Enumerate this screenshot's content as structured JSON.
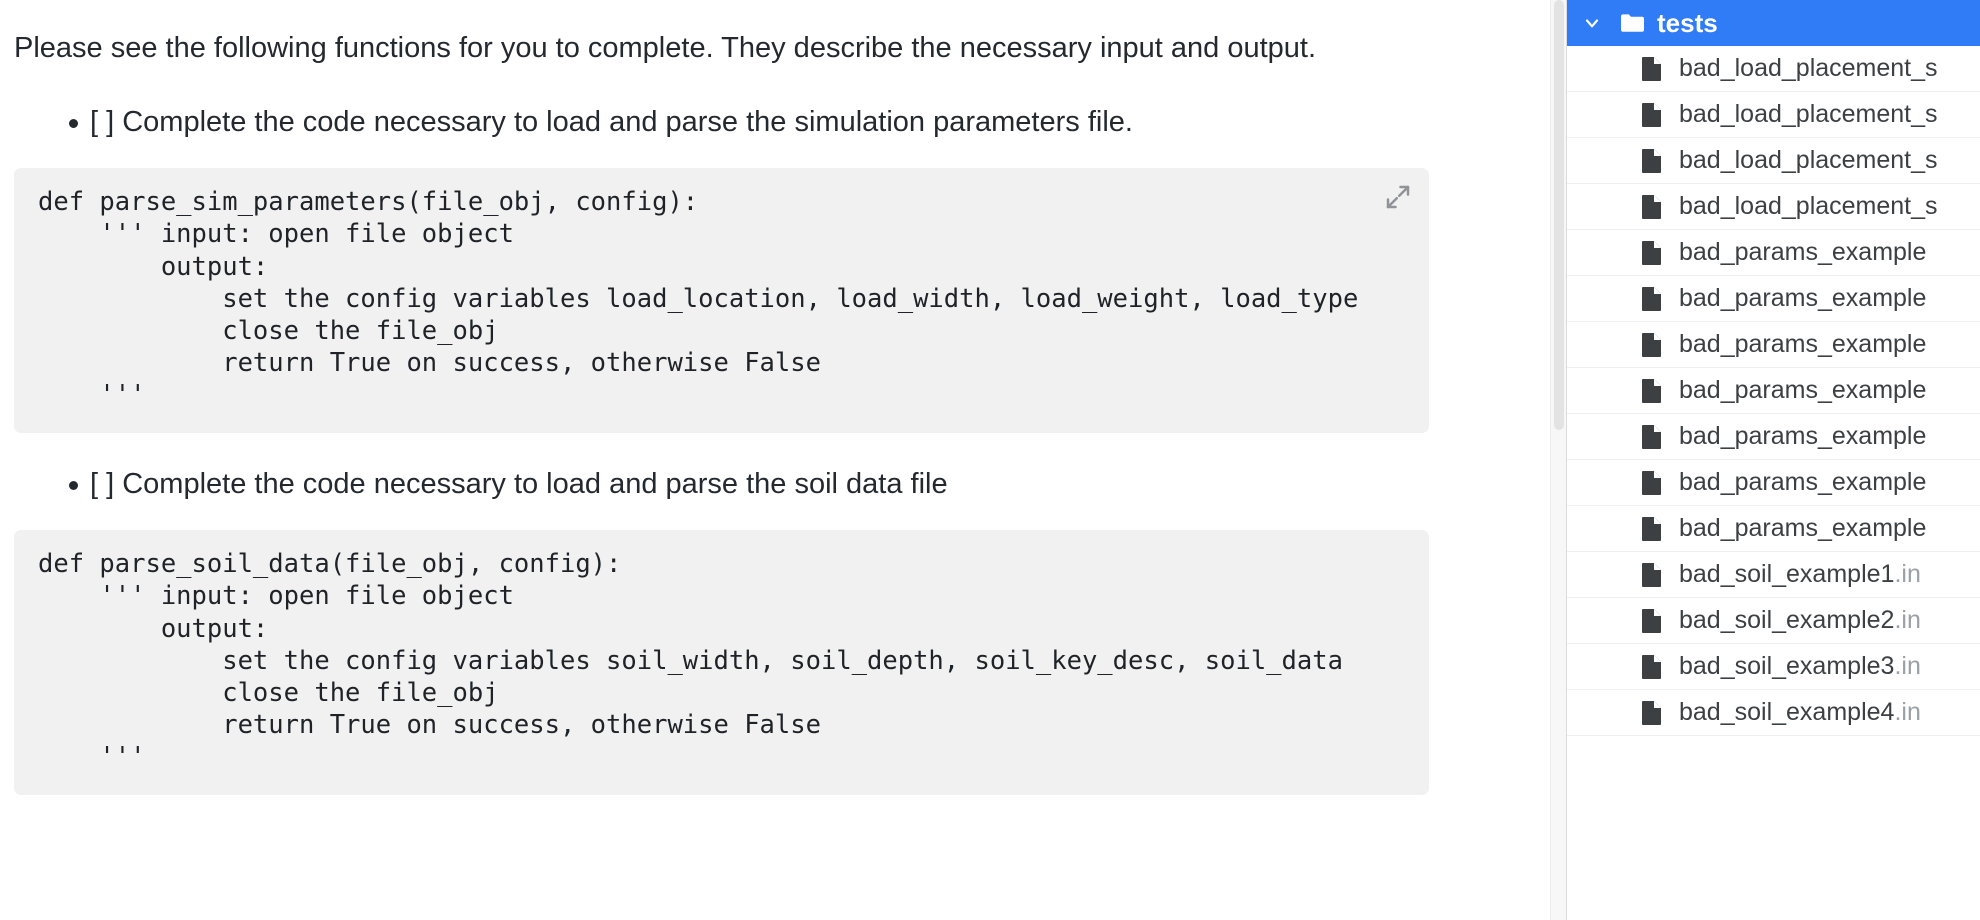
{
  "document": {
    "intro": "Please see the following functions for you to complete. They describe the necessary input and output.",
    "tasks": [
      {
        "label": "[ ] Complete the code necessary to load and parse the simulation parameters file.",
        "code": "def parse_sim_parameters(file_obj, config):\n    ''' input: open file object\n        output:\n            set the config variables load_location, load_width, load_weight, load_type\n            close the file_obj\n            return True on success, otherwise False\n    '''",
        "expand_icon": "expand-diagonal-icon"
      },
      {
        "label": "[ ] Complete the code necessary to load and parse the soil data file",
        "code": "def parse_soil_data(file_obj, config):\n    ''' input: open file object\n        output:\n            set the config variables soil_width, soil_depth, soil_key_desc, soil_data\n            close the file_obj\n            return True on success, otherwise False\n    '''",
        "expand_icon": ""
      }
    ]
  },
  "sidebar": {
    "folder": {
      "name": "tests",
      "expanded": true,
      "chevron_icon": "chevron-down-icon",
      "folder_icon": "folder-icon",
      "highlight_color": "#2f7cf6"
    },
    "file_icon": "file-icon",
    "files": [
      {
        "name": "bad_load_placement_s",
        "ext": ""
      },
      {
        "name": "bad_load_placement_s",
        "ext": ""
      },
      {
        "name": "bad_load_placement_s",
        "ext": ""
      },
      {
        "name": "bad_load_placement_s",
        "ext": ""
      },
      {
        "name": "bad_params_example",
        "ext": ""
      },
      {
        "name": "bad_params_example",
        "ext": ""
      },
      {
        "name": "bad_params_example",
        "ext": ""
      },
      {
        "name": "bad_params_example",
        "ext": ""
      },
      {
        "name": "bad_params_example",
        "ext": ""
      },
      {
        "name": "bad_params_example",
        "ext": ""
      },
      {
        "name": "bad_params_example",
        "ext": ""
      },
      {
        "name": "bad_soil_example1",
        "ext": ".in"
      },
      {
        "name": "bad_soil_example2",
        "ext": ".in"
      },
      {
        "name": "bad_soil_example3",
        "ext": ".in"
      },
      {
        "name": "bad_soil_example4",
        "ext": ".in"
      }
    ]
  },
  "scrollbar": {
    "name": "vertical-scrollbar"
  }
}
